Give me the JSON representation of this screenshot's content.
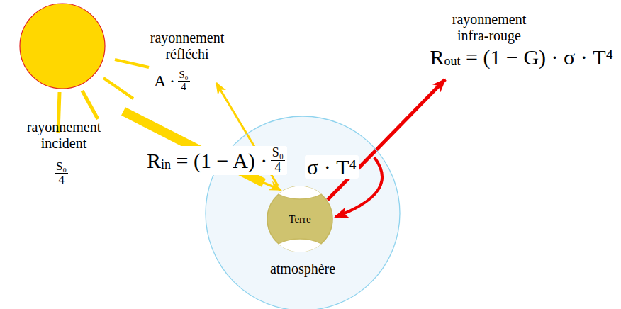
{
  "diagram": {
    "nodes": [
      {
        "text": [
          "atmosphère"
        ]
      },
      {
        "text": [
          "Terre"
        ],
        "in": 0
      }
    ],
    "labels": [
      "rayonnement réfléchi",
      "A ·",
      "S₀",
      "4",
      "rayonnement infra-rouge",
      "R",
      "out",
      "= (1 − G) · σ · T⁴",
      "rayonnement incident",
      "S₀",
      "4",
      "R",
      "in",
      "= (1 − A) ·",
      "S₀",
      "4",
      "σ · T⁴"
    ]
  }
}
